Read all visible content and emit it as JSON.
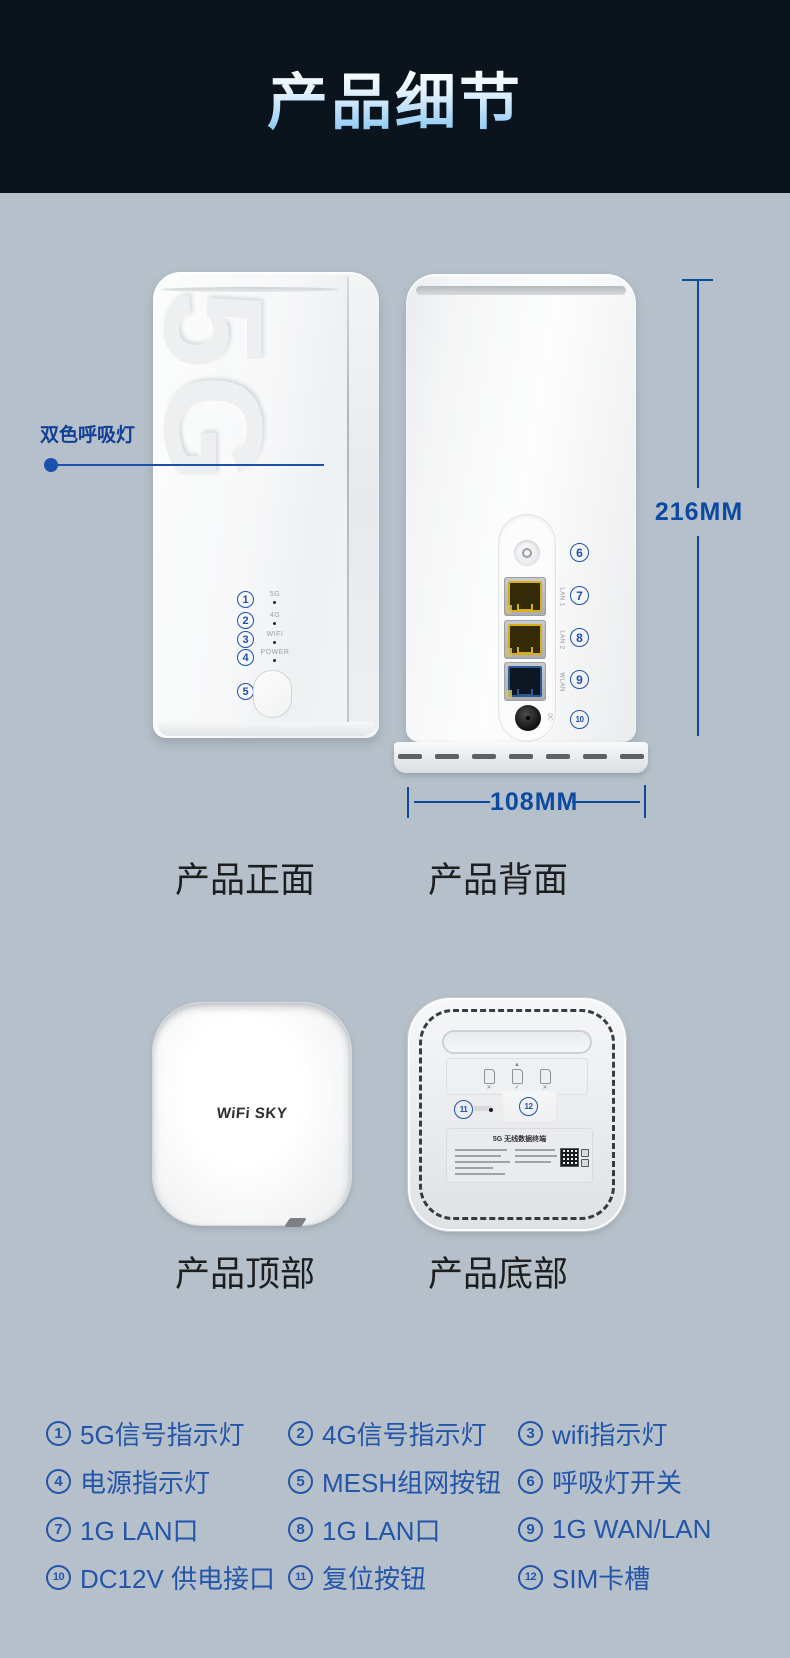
{
  "header": {
    "title": "产品细节"
  },
  "callout": {
    "label": "双色呼吸灯"
  },
  "front": {
    "caption": "产品正面",
    "emboss": "5G",
    "leds": [
      {
        "marker": "1",
        "label": "5G"
      },
      {
        "marker": "2",
        "label": "4G"
      },
      {
        "marker": "3",
        "label": "WIFI"
      },
      {
        "marker": "4",
        "label": "POWER"
      }
    ],
    "mesh_marker": "5"
  },
  "back": {
    "caption": "产品背面",
    "button_marker": "6",
    "ports": [
      {
        "marker": "7",
        "label": "LAN 1"
      },
      {
        "marker": "8",
        "label": "LAN 2"
      },
      {
        "marker": "9",
        "label": "WLAN"
      }
    ],
    "dc_marker": "10",
    "dc_label": "DC"
  },
  "dimensions": {
    "height": "216MM",
    "width": "108MM"
  },
  "top_view": {
    "caption": "产品顶部",
    "logo": "WiFi SKY"
  },
  "bottom_view": {
    "caption": "产品底部",
    "reset_marker": "11",
    "sim_marker": "12",
    "sim_marks": [
      "✕",
      "✓",
      "✕"
    ],
    "sim_arrow": "▲",
    "label_title": "5G 无线数据终端"
  },
  "legend": {
    "items": [
      {
        "marker": "1",
        "label": "5G信号指示灯"
      },
      {
        "marker": "2",
        "label": "4G信号指示灯"
      },
      {
        "marker": "3",
        "label": "wifi指示灯"
      },
      {
        "marker": "4",
        "label": "电源指示灯"
      },
      {
        "marker": "5",
        "label": "MESH组网按钮"
      },
      {
        "marker": "6",
        "label": "呼吸灯开关"
      },
      {
        "marker": "7",
        "label": "1G LAN口"
      },
      {
        "marker": "8",
        "label": "1G LAN口"
      },
      {
        "marker": "9",
        "label": "1G WAN/LAN"
      },
      {
        "marker": "10",
        "label": "DC12V 供电接口"
      },
      {
        "marker": "11",
        "label": "复位按钮"
      },
      {
        "marker": "12",
        "label": "SIM卡槽"
      }
    ]
  },
  "colors": {
    "header_bg": "#0b131d",
    "page_bg": "#b6c0ca",
    "title_gradient_top": "#ffffff",
    "title_gradient_bottom": "#86c6f2",
    "accent_blue": "#1e4fb0",
    "legend_blue": "#2355a9",
    "dimension_blue": "#0c4aa2",
    "callout_blue": "#123f96",
    "lan_port_yellow": "#d9ad15",
    "wan_port_blue": "#2a5a94"
  }
}
